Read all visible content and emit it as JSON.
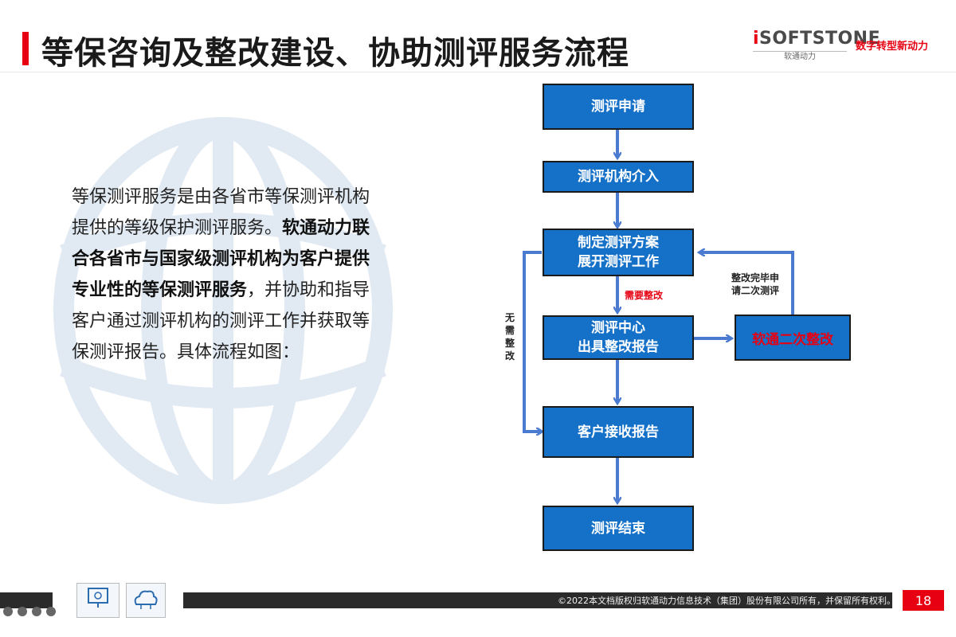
{
  "header": {
    "title": "等保咨询及整改建设、协助测评服务流程",
    "logo_text": "iSOFTSTONE",
    "logo_sub": "软通动力",
    "slogan": "数字转型新动力"
  },
  "description": {
    "part1": "等保测评服务是由各省市等保测评机构提供的等级保护测评服务。",
    "part2_bold": "软通动力联合各省市与国家级测评机构为客户提供专业性的等保测评服务",
    "part3": "，并协助和指导客户通过测评机构的测评工作并获取等保测评报告。具体流程如图："
  },
  "flowchart": {
    "nodes": {
      "apply": "测评申请",
      "agency": "测评机构介入",
      "plan_l1": "制定测评方案",
      "plan_l2": "展开测评工作",
      "center_l1": "测评中心",
      "center_l2": "出具整改报告",
      "second": "软通二次整改",
      "receive": "客户接收报告",
      "end": "测评结束"
    },
    "labels": {
      "need_fix": "需要整改",
      "no_fix": "无需整改",
      "retest_l1": "整改完毕申",
      "retest_l2": "请二次测评"
    },
    "colors": {
      "box_fill": "#1570c8",
      "arrow": "#4a7bd0",
      "accent": "#e60012"
    }
  },
  "footer": {
    "copyright": "©2022本文档版权归软通动力信息技术（集团）股份有限公司所有，并保留所有权利。",
    "page_number": "18"
  }
}
